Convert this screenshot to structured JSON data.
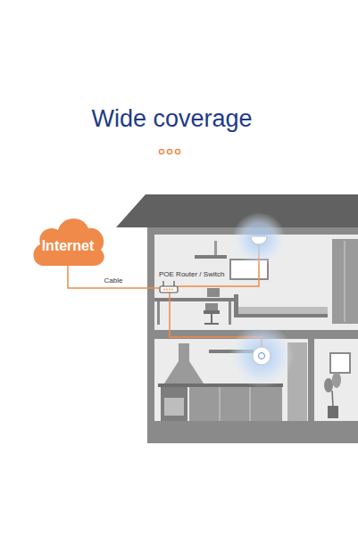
{
  "diagram": {
    "title": "Wide coverage",
    "nodes": [
      {
        "text": [
          "Internet"
        ]
      },
      {
        "text": [
          "POE Router / Switch"
        ]
      }
    ],
    "edges": [
      {
        "from": 0,
        "to": 1,
        "label": "Cable",
        "arrow": "none"
      }
    ]
  }
}
